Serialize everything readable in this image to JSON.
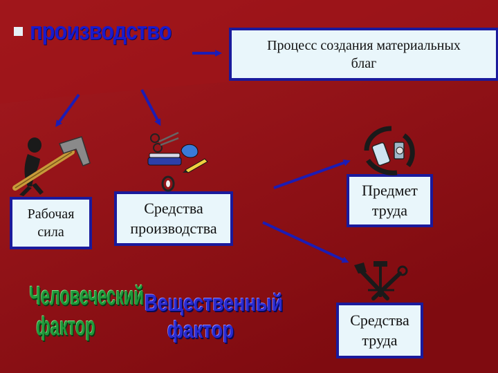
{
  "heading": {
    "text": "производство"
  },
  "definition": {
    "line1": "Процесс создания материальных",
    "line2": "благ"
  },
  "labor_force": {
    "line1": "Рабочая",
    "line2": "сила"
  },
  "means_of_production": {
    "line1": "Средства",
    "line2": "производства"
  },
  "object_of_labor": {
    "line1": "Предмет",
    "line2": "труда"
  },
  "means_of_labor": {
    "line1": "Средства",
    "line2": "труда"
  },
  "human_factor": {
    "line1": "Человеческий",
    "line2": "фактор"
  },
  "material_factor": {
    "line1": "Вещественный",
    "line2": "фактор"
  },
  "colors": {
    "background": "#8a0d12",
    "box_fill": "#e9f6fb",
    "box_border": "#1a1a9c",
    "arrow": "#1c1cb4",
    "human_factor_text": "#1f9a3a",
    "material_factor_text": "#2a2ad0"
  },
  "icons": [
    "worker-with-hammer-icon",
    "office-tools-icon",
    "recycling-materials-icon",
    "crossed-tools-icon"
  ]
}
